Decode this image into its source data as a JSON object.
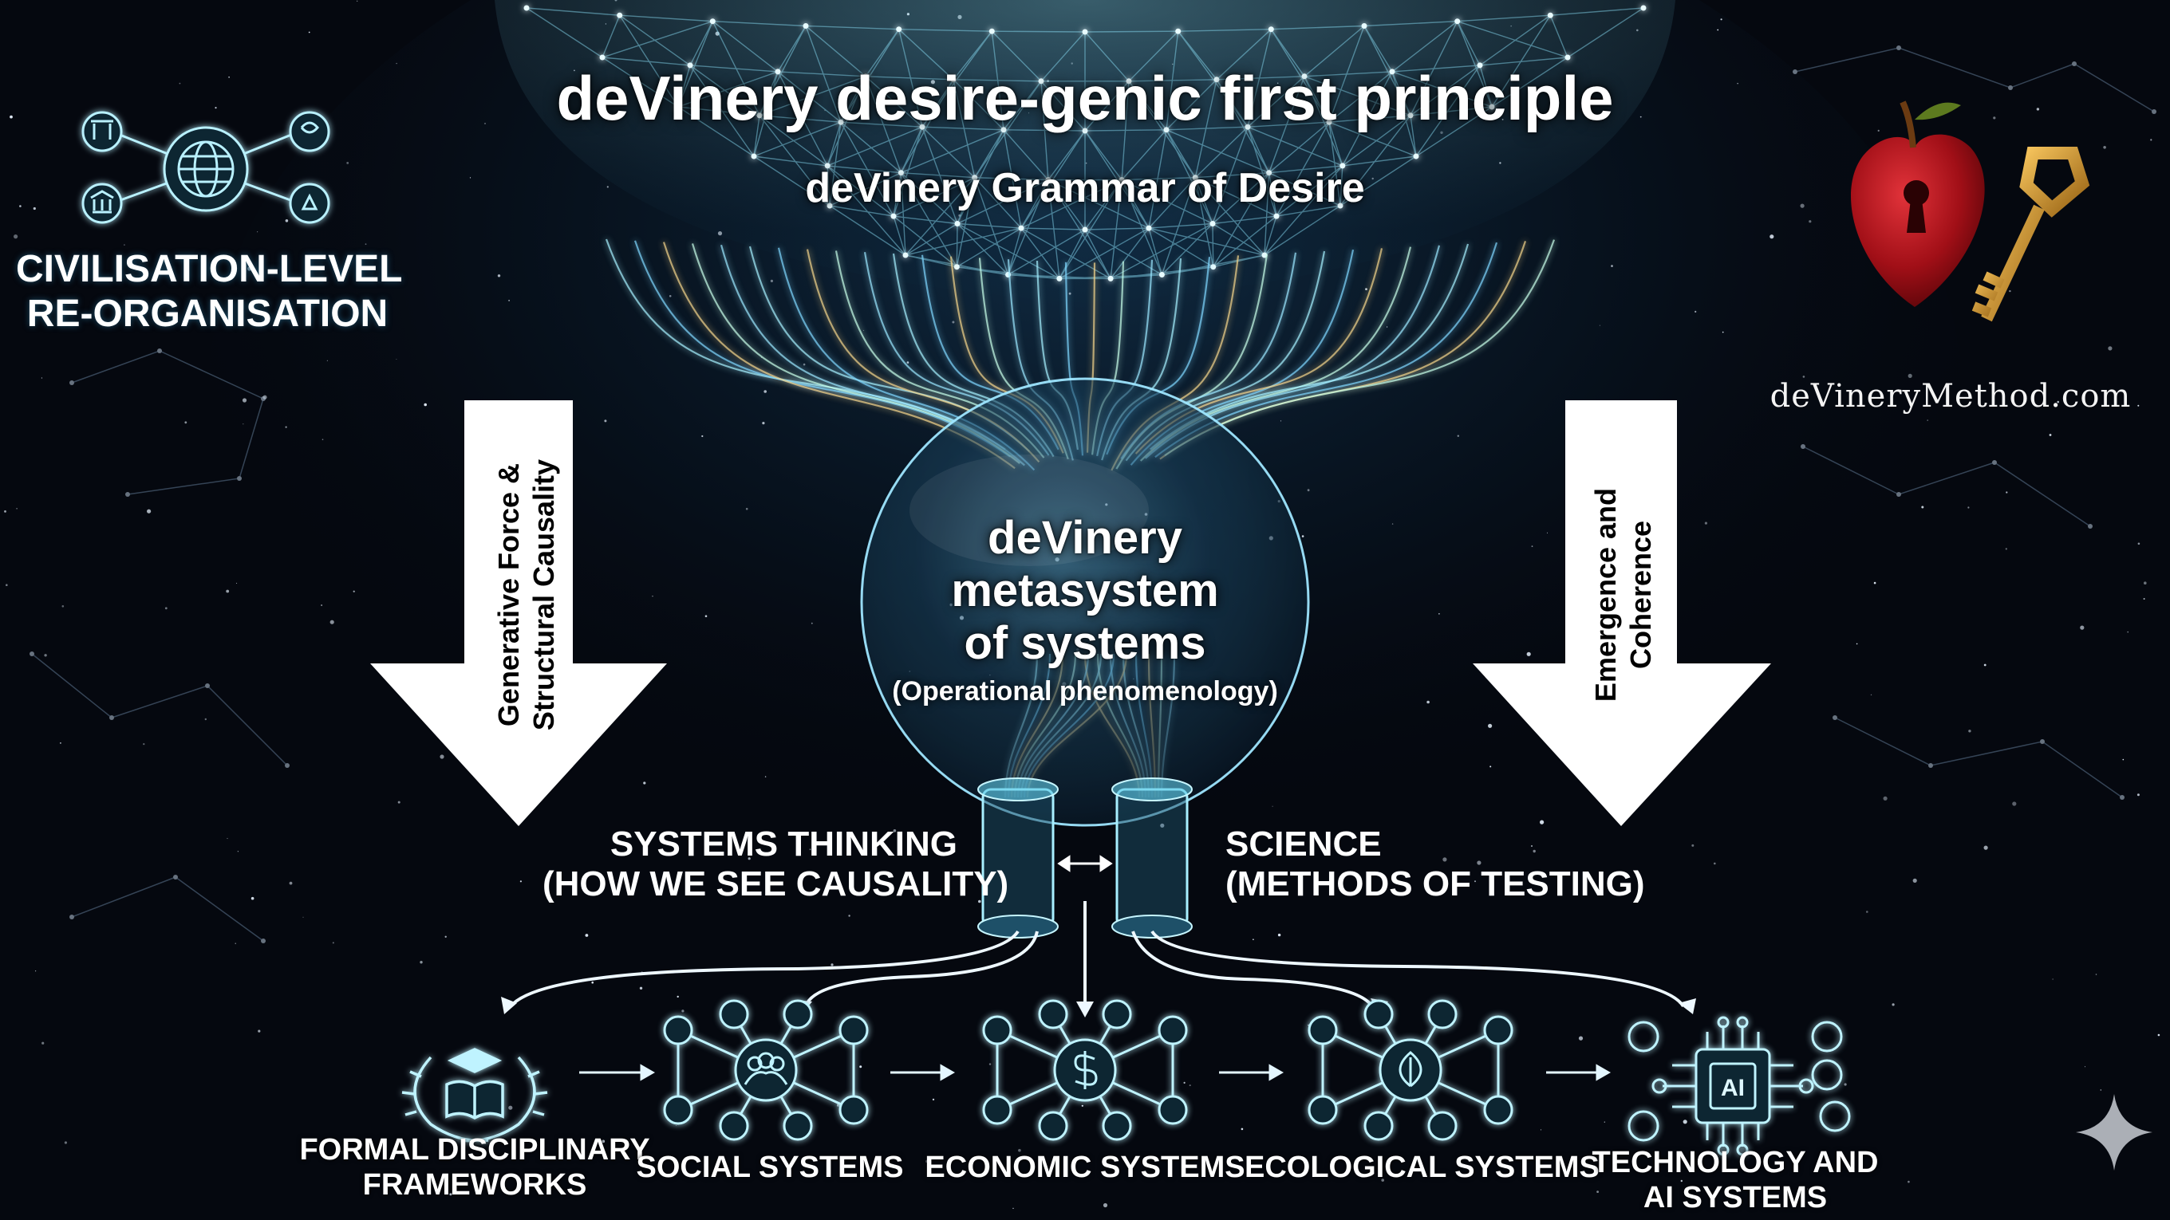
{
  "header": {
    "title": "deVinery desire-genic first principle",
    "subtitle": "deVinery Grammar of Desire"
  },
  "corner": {
    "left_label": "CIVILISATION-LEVEL RE-ORGANISATION",
    "left_label_line1": "CIVILISATION-LEVEL",
    "left_label_line2": "RE-ORGANISATION",
    "website": "deVineryMethod.com"
  },
  "center": {
    "title_line1": "deVinery",
    "title_line2": "metasystem",
    "title_line3": "of systems",
    "subtitle": "(Operational phenomenology)"
  },
  "arrows": {
    "left_label_line1": "Generative Force &",
    "left_label_line2": "Structural Causality",
    "right_label_line1": "Emergence and",
    "right_label_line2": "Coherence"
  },
  "pillars": {
    "left_line1": "SYSTEMS THINKING",
    "left_line2": "(HOW WE SEE CAUSALITY)",
    "right_line1": "SCIENCE",
    "right_line2": "(METHODS OF TESTING)"
  },
  "bottom_nodes": [
    {
      "line1": "FORMAL DISCIPLINARY",
      "line2": "FRAMEWORKS",
      "icon": "laurel-book-icon"
    },
    {
      "line1": "SOCIAL SYSTEMS",
      "line2": "",
      "icon": "people-network-icon"
    },
    {
      "line1": "ECONOMIC SYSTEMS",
      "line2": "",
      "icon": "dollar-network-icon"
    },
    {
      "line1": "ECOLOGICAL SYSTEMS",
      "line2": "",
      "icon": "leaf-network-icon"
    },
    {
      "line1": "TECHNOLOGY AND",
      "line2": "AI SYSTEMS",
      "icon": "ai-chip-icon",
      "chip_text": "AI"
    }
  ],
  "colors": {
    "background": "#05080f",
    "glow": "#7fe8ff",
    "arrow_fill": "#ffffff",
    "apple_red": "#b3121a",
    "key_gold": "#c9902a"
  }
}
